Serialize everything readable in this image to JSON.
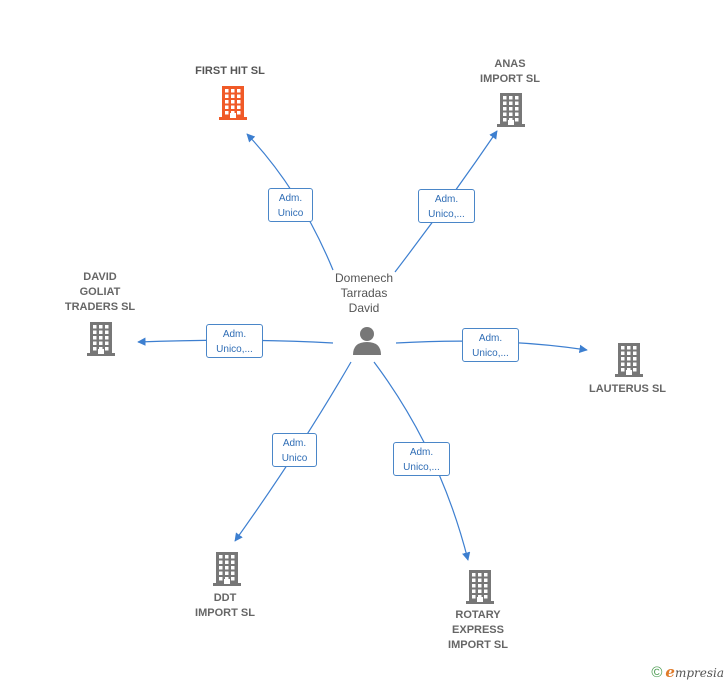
{
  "center": {
    "name": "Domenech\nTarradas\nDavid",
    "icon": "person-icon"
  },
  "companies": [
    {
      "id": "first-hit",
      "name": "FIRST HIT  SL",
      "color": "#f05a28",
      "edge_label": "Adm.\nUnico"
    },
    {
      "id": "anas",
      "name": "ANAS\nIMPORT  SL",
      "color": "#777777",
      "edge_label": "Adm.\nUnico,..."
    },
    {
      "id": "david-goliat",
      "name": "DAVID\nGOLIAT\nTRADERS  SL",
      "color": "#777777",
      "edge_label": "Adm.\nUnico,..."
    },
    {
      "id": "lauterus",
      "name": "LAUTERUS  SL",
      "color": "#777777",
      "edge_label": "Adm.\nUnico,..."
    },
    {
      "id": "ddt",
      "name": "DDT\nIMPORT  SL",
      "color": "#777777",
      "edge_label": "Adm.\nUnico"
    },
    {
      "id": "rotary",
      "name": "ROTARY\nEXPRESS\nIMPORT  SL",
      "color": "#777777",
      "edge_label": "Adm.\nUnico,..."
    }
  ],
  "colors": {
    "edge": "#3d7fd0",
    "building_default": "#777777",
    "building_highlight": "#f05a28"
  },
  "footer": {
    "copyright_symbol": "©",
    "brand": "mpresia",
    "brand_initial": "e"
  }
}
